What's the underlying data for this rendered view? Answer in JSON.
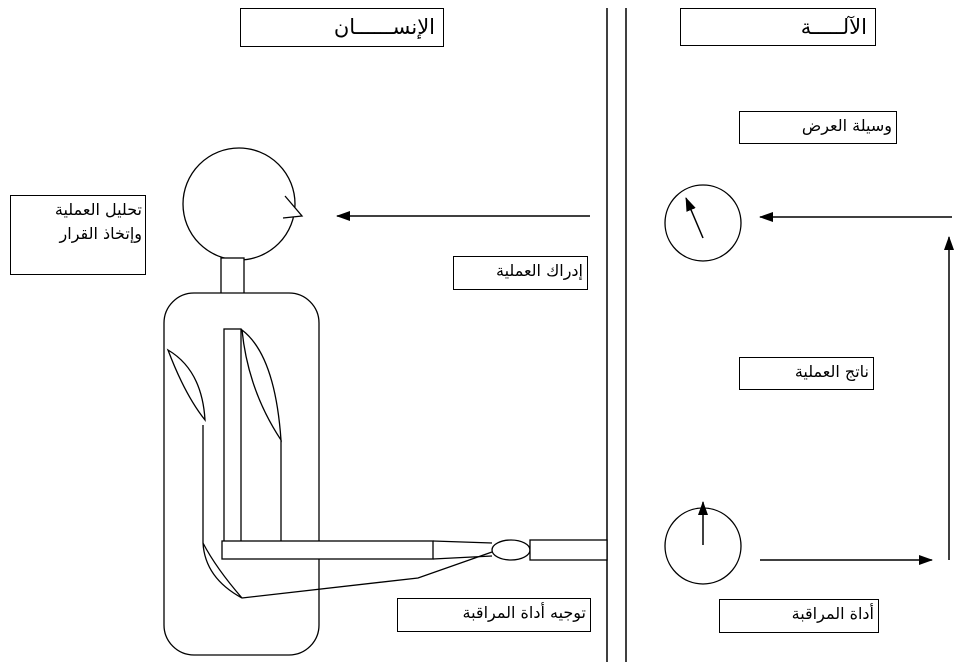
{
  "header": {
    "human_title": "الإنســــــان",
    "machine_title": "الآلـــــة"
  },
  "labels": {
    "display_device": "وسيلة العرض",
    "analysis_line1": "تحليل العملية",
    "analysis_line2": "وإتخاذ القرار",
    "perception": "إدراك العملية",
    "process_output": "ناتج العملية",
    "control_direction": "توجيه أداة المراقبة",
    "control_device": "أداة المراقبة"
  }
}
